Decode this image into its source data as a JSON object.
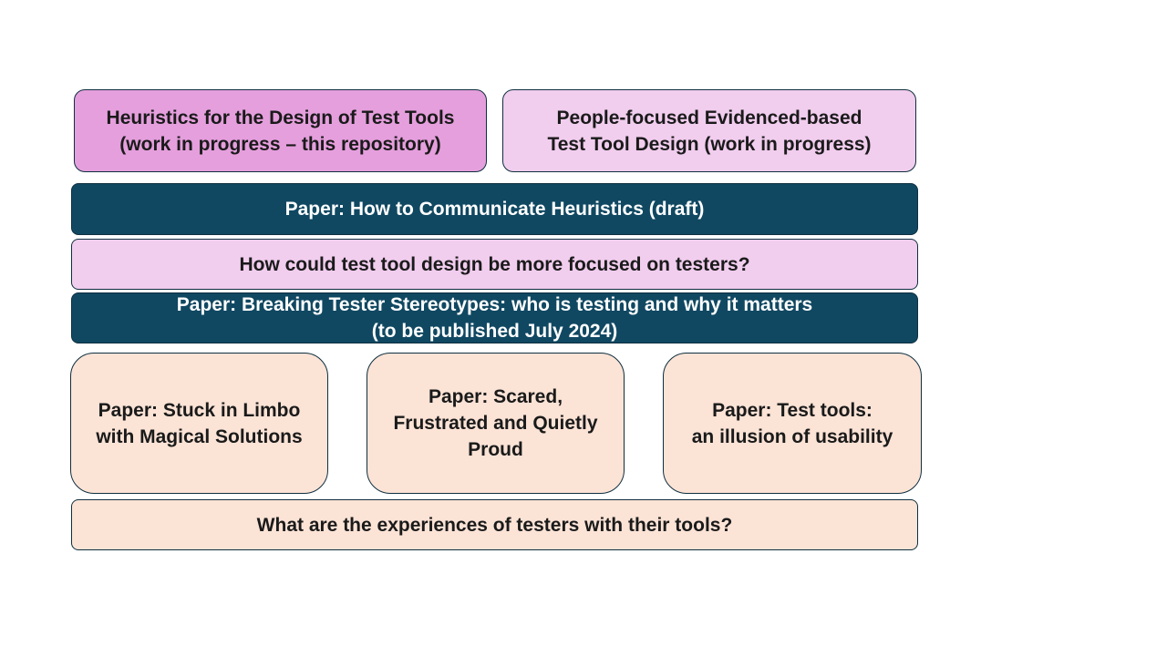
{
  "boxes": {
    "heuristics_design": "Heuristics for the Design of Test Tools\n(work in progress – this repository)",
    "people_focused": "People-focused Evidenced-based\nTest Tool Design (work in progress)",
    "communicate_heuristics": "Paper: How to Communicate Heuristics (draft)",
    "focused_on_testers": "How could test tool design be more focused on  testers?",
    "breaking_stereotypes": "Paper: Breaking Tester Stereotypes: who is testing and why it matters\n(to be published July 2024)",
    "stuck_in_limbo": "Paper: Stuck in Limbo\nwith Magical Solutions",
    "scared_frustrated": "Paper: Scared,\nFrustrated and Quietly\nProud",
    "illusion_usability": "Paper: Test tools:\nan illusion of usability",
    "experiences_testers": "What are the experiences of testers with their tools?"
  },
  "colors": {
    "pink_strong": "#e59fdd",
    "pink_light": "#f1cdee",
    "teal": "#104862",
    "peach": "#fbe3d6",
    "border": "#0f2f3f"
  }
}
